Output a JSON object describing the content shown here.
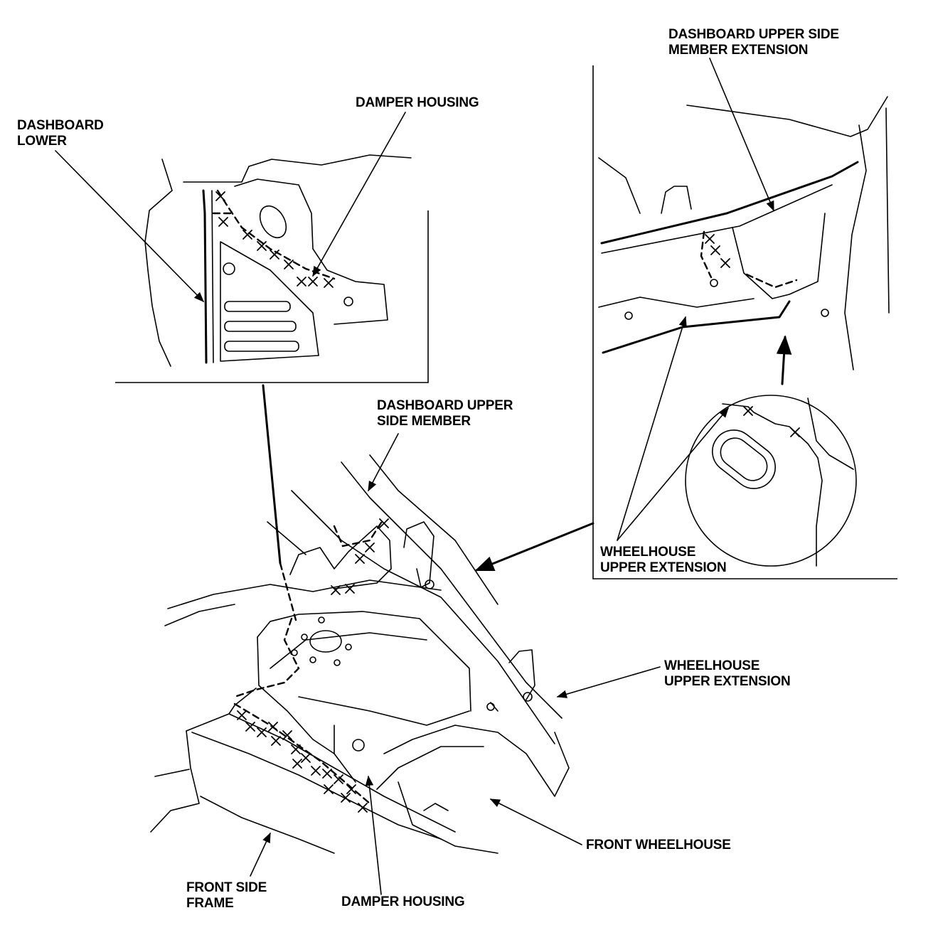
{
  "labels": {
    "dashboard_lower": [
      "DASHBOARD",
      "LOWER"
    ],
    "damper_housing_top": [
      "DAMPER HOUSING"
    ],
    "dashboard_upper_side_member_extension": [
      "DASHBOARD UPPER SIDE",
      "MEMBER EXTENSION"
    ],
    "dashboard_upper_side_member": [
      "DASHBOARD UPPER",
      "SIDE MEMBER"
    ],
    "wheelhouse_upper_extension_inset": [
      "WHEELHOUSE",
      "UPPER EXTENSION"
    ],
    "wheelhouse_upper_extension_main": [
      "WHEELHOUSE",
      "UPPER EXTENSION"
    ],
    "front_wheelhouse": [
      "FRONT WHEELHOUSE"
    ],
    "front_side_frame": [
      "FRONT SIDE",
      "FRAME"
    ],
    "damper_housing_bottom": [
      "DAMPER HOUSING"
    ]
  },
  "colors": {
    "ink": "#000000",
    "paper": "#ffffff"
  }
}
